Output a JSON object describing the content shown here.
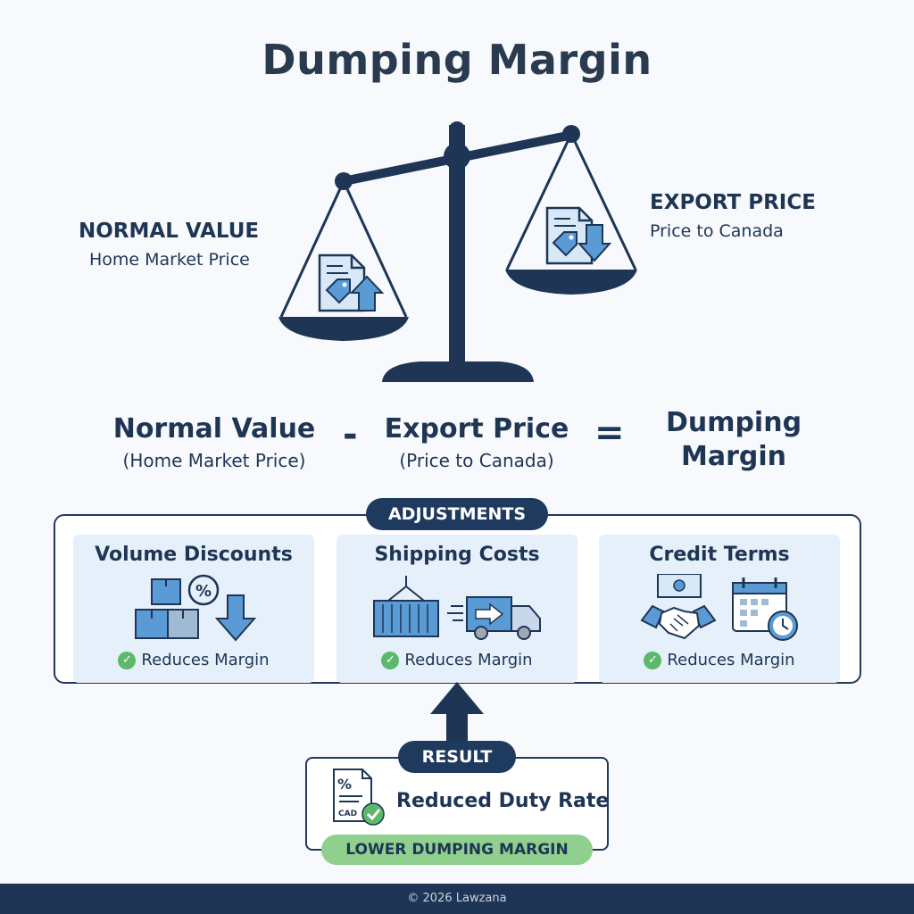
{
  "title": "Dumping Margin",
  "scale": {
    "left": {
      "heading": "NORMAL VALUE",
      "subheading": "Home Market Price"
    },
    "right": {
      "heading": "EXPORT PRICE",
      "subheading": "Price to Canada"
    }
  },
  "equation": {
    "term1": {
      "main": "Normal Value",
      "sub": "(Home Market Price)"
    },
    "operator1": "-",
    "term2": {
      "main": "Export Price",
      "sub": "(Price to Canada)"
    },
    "operator2": "=",
    "result_line1": "Dumping",
    "result_line2": "Margin"
  },
  "adjustments": {
    "label": "ADJUSTMENTS",
    "cards": [
      {
        "title": "Volume Discounts",
        "effect": "Reduces Margin",
        "icons": [
          "boxes-icon",
          "percent-icon",
          "down-arrow-icon"
        ]
      },
      {
        "title": "Shipping Costs",
        "effect": "Reduces Margin",
        "icons": [
          "container-icon",
          "delivery-truck-icon"
        ]
      },
      {
        "title": "Credit Terms",
        "effect": "Reduces Margin",
        "icons": [
          "banknote-icon",
          "handshake-icon",
          "calendar-clock-icon"
        ]
      }
    ]
  },
  "result": {
    "label": "RESULT",
    "text": "Reduced Duty Rate",
    "doc_percent": "%",
    "doc_currency": "CAD",
    "badge": "LOWER DUMPING MARGIN"
  },
  "footer": "© 2026 Lawzana",
  "colors": {
    "navy": "#1e3a5f",
    "light_blue": "#e6f0fa",
    "icon_blue": "#5b9bd5",
    "green": "#5cb86a",
    "badge_green": "#8fd08e"
  }
}
